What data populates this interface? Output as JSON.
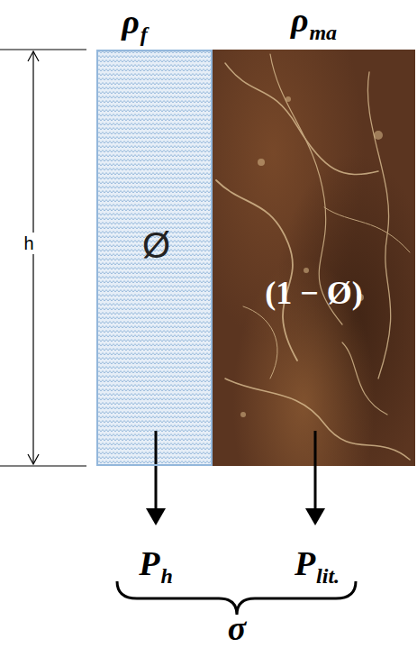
{
  "diagram": {
    "nodes": [
      {
        "text": [
          "ρf",
          "Ø"
        ]
      },
      {
        "text": [
          "ρma",
          "(1 − Ø)"
        ]
      }
    ],
    "labels": [
      "h",
      "Ph",
      "Plit.",
      "σ"
    ]
  }
}
